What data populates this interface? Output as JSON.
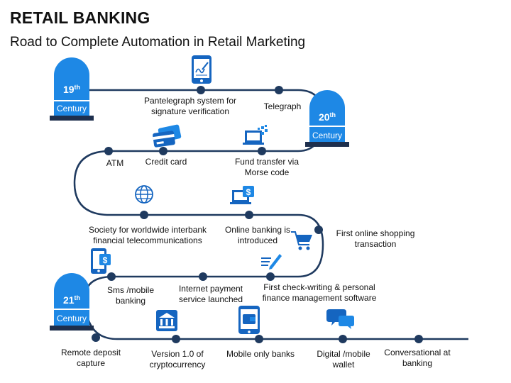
{
  "header": {
    "title": "RETAIL BANKING",
    "subtitle": "Road to Complete Automation in Retail Marketing"
  },
  "colors": {
    "road": "#1f3a5f",
    "accent": "#1e88e5",
    "accent_dark": "#1565c0",
    "pillar_base": "#1e2f4d"
  },
  "centuries": [
    {
      "number": "19",
      "suffix": "th",
      "word": "Century"
    },
    {
      "number": "20",
      "suffix": "th",
      "word": "Century"
    },
    {
      "number": "21",
      "suffix": "th",
      "word": "Century"
    }
  ],
  "milestones": [
    {
      "lines": [
        "Pantelegraph system for",
        "signature verification"
      ],
      "icon": "phone-signature-icon"
    },
    {
      "lines": [
        "Telegraph"
      ],
      "icon": ""
    },
    {
      "lines": [
        "Credit card"
      ],
      "icon": "credit-cards-icon"
    },
    {
      "lines": [
        "Fund transfer via",
        "Morse code"
      ],
      "icon": "laptop-transfer-icon"
    },
    {
      "lines": [
        "ATM"
      ],
      "icon": ""
    },
    {
      "lines": [
        "Society for worldwide interbank",
        "financial telecommunications"
      ],
      "icon": "globe-icon"
    },
    {
      "lines": [
        "Online banking is",
        "introduced"
      ],
      "icon": "laptop-dollar-icon"
    },
    {
      "lines": [
        "First online shopping",
        "transaction"
      ],
      "icon": "shopping-cart-icon"
    },
    {
      "lines": [
        "Sms /mobile",
        "banking"
      ],
      "icon": "mobile-dollar-icon"
    },
    {
      "lines": [
        "Internet payment",
        "service launched"
      ],
      "icon": ""
    },
    {
      "lines": [
        "First check-writing & personal",
        "finance management software"
      ],
      "icon": "check-pen-icon"
    },
    {
      "lines": [
        "Remote deposit",
        "capture"
      ],
      "icon": ""
    },
    {
      "lines": [
        "Version 1.0 of",
        "cryptocurrency"
      ],
      "icon": "bank-building-icon"
    },
    {
      "lines": [
        "Mobile only banks"
      ],
      "icon": "mobile-wallet-icon"
    },
    {
      "lines": [
        "Digital /mobile",
        "wallet"
      ],
      "icon": "chat-bubbles-icon"
    },
    {
      "lines": [
        "Conversational at",
        "banking"
      ],
      "icon": ""
    }
  ]
}
